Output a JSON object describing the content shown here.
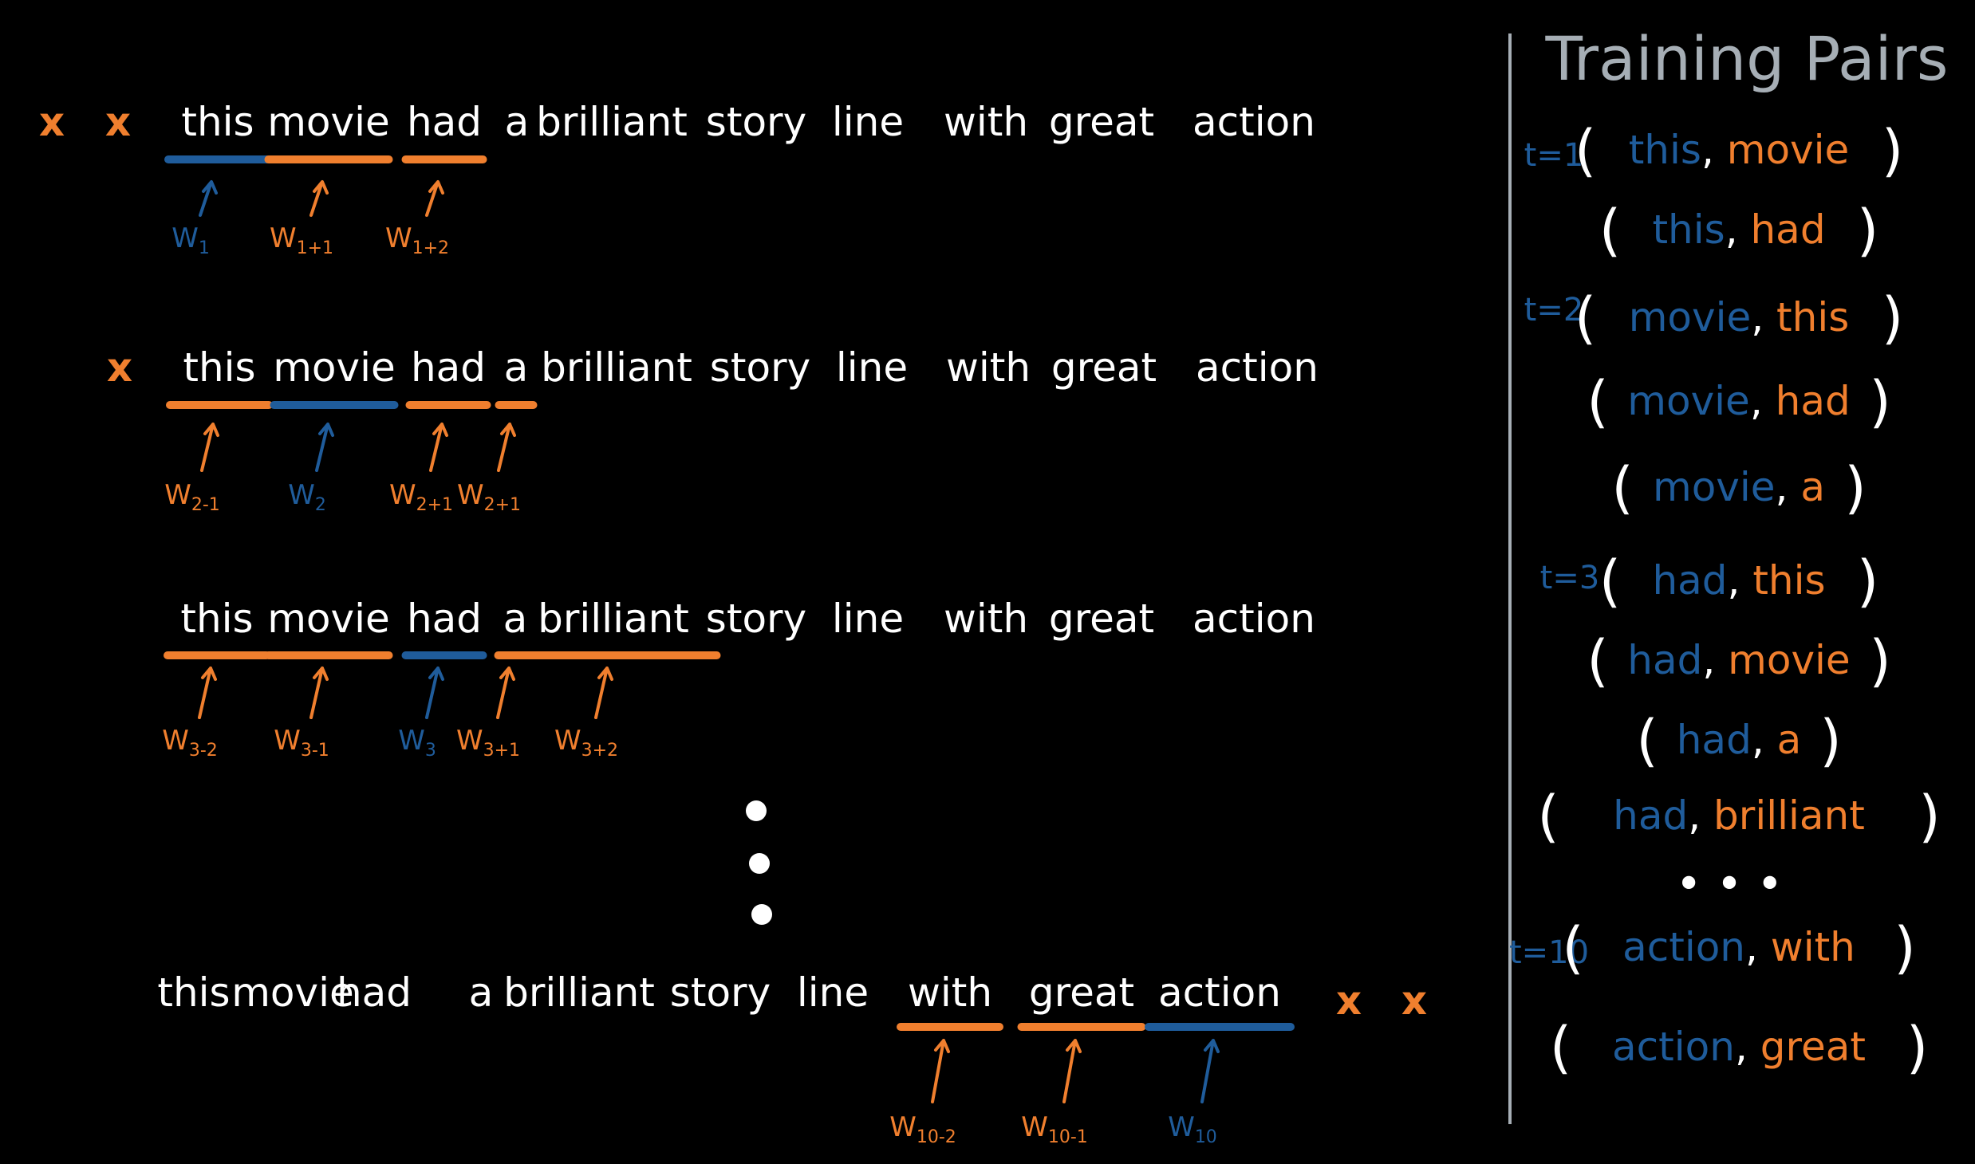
{
  "colors": {
    "background": "#000000",
    "text": "#ffffff",
    "context": "#f07f2e",
    "center": "#1f5c9b",
    "divider": "#a6aeb5"
  },
  "sentence": [
    "this",
    "movie",
    "had",
    "a",
    "brilliant",
    "story",
    "line",
    "with",
    "great",
    "action"
  ],
  "rows": [
    {
      "pad_left": "x x",
      "pad_right": "",
      "center_index": 0,
      "labels": [
        {
          "word_index": 0,
          "base": "W",
          "sub": "1",
          "role": "center"
        },
        {
          "word_index": 1,
          "base": "W",
          "sub": "1+1",
          "role": "context"
        },
        {
          "word_index": 2,
          "base": "W",
          "sub": "1+2",
          "role": "context"
        }
      ]
    },
    {
      "pad_left": "x",
      "pad_right": "",
      "center_index": 1,
      "labels": [
        {
          "word_index": 0,
          "base": "W",
          "sub": "2-1",
          "role": "context"
        },
        {
          "word_index": 1,
          "base": "W",
          "sub": "2",
          "role": "center"
        },
        {
          "word_index": 2,
          "base": "W",
          "sub": "2+1",
          "role": "context"
        },
        {
          "word_index": 3,
          "base": "W",
          "sub": "2+1",
          "role": "context"
        }
      ]
    },
    {
      "pad_left": "",
      "pad_right": "",
      "center_index": 2,
      "labels": [
        {
          "word_index": 0,
          "base": "W",
          "sub": "3-2",
          "role": "context"
        },
        {
          "word_index": 1,
          "base": "W",
          "sub": "3-1",
          "role": "context"
        },
        {
          "word_index": 2,
          "base": "W",
          "sub": "3",
          "role": "center"
        },
        {
          "word_index": 3,
          "base": "W",
          "sub": "3+1",
          "role": "context"
        },
        {
          "word_index": 4,
          "base": "W",
          "sub": "3+2",
          "role": "context"
        }
      ]
    },
    {
      "pad_left": "",
      "pad_right": "x x",
      "center_index": 9,
      "labels": [
        {
          "word_index": 7,
          "base": "W",
          "sub": "10-2",
          "role": "context"
        },
        {
          "word_index": 8,
          "base": "W",
          "sub": "10-1",
          "role": "context"
        },
        {
          "word_index": 9,
          "base": "W",
          "sub": "10",
          "role": "center"
        }
      ]
    }
  ],
  "training": {
    "title": "Training Pairs",
    "groups": [
      {
        "t": "t=1",
        "pairs": [
          [
            "this",
            "movie"
          ],
          [
            "this",
            "had"
          ]
        ]
      },
      {
        "t": "t=2",
        "pairs": [
          [
            "movie",
            "this"
          ],
          [
            "movie",
            "had"
          ],
          [
            "movie",
            "a"
          ]
        ]
      },
      {
        "t": "t=3",
        "pairs": [
          [
            "had",
            "this"
          ],
          [
            "had",
            "movie"
          ],
          [
            "had",
            "a"
          ],
          [
            "had",
            "brilliant"
          ]
        ]
      },
      {
        "t": "t=10",
        "pairs": [
          [
            "action",
            "with"
          ],
          [
            "action",
            "great"
          ]
        ]
      }
    ],
    "ellipsis": "• • •"
  }
}
